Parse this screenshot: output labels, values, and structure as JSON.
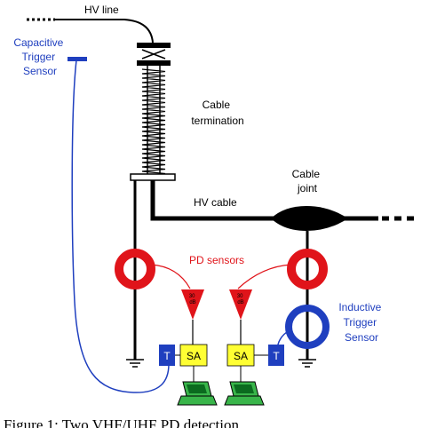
{
  "labels": {
    "hv_line": "HV line",
    "capacitive_trigger_sensor": [
      "Capacitive",
      "Trigger",
      "Sensor"
    ],
    "cable_termination": [
      "Cable",
      "termination"
    ],
    "cable_joint": [
      "Cable",
      "joint"
    ],
    "hv_cable": "HV cable",
    "pd_sensors": "PD sensors",
    "inductive_trigger_sensor": [
      "Inductive",
      "Trigger",
      "Sensor"
    ],
    "amp_gain": [
      "30",
      "dB"
    ],
    "sa": "SA",
    "t": "T",
    "caption": "Figure 1: Two VHF/UHF PD detection"
  },
  "colors": {
    "blue": "#1f3fbf",
    "red": "#e0141a",
    "yellow": "#ffff33",
    "green": "#39b54a",
    "black": "#000000"
  },
  "icons": [
    "laptop-icon",
    "ground-icon",
    "amplifier-icon"
  ]
}
